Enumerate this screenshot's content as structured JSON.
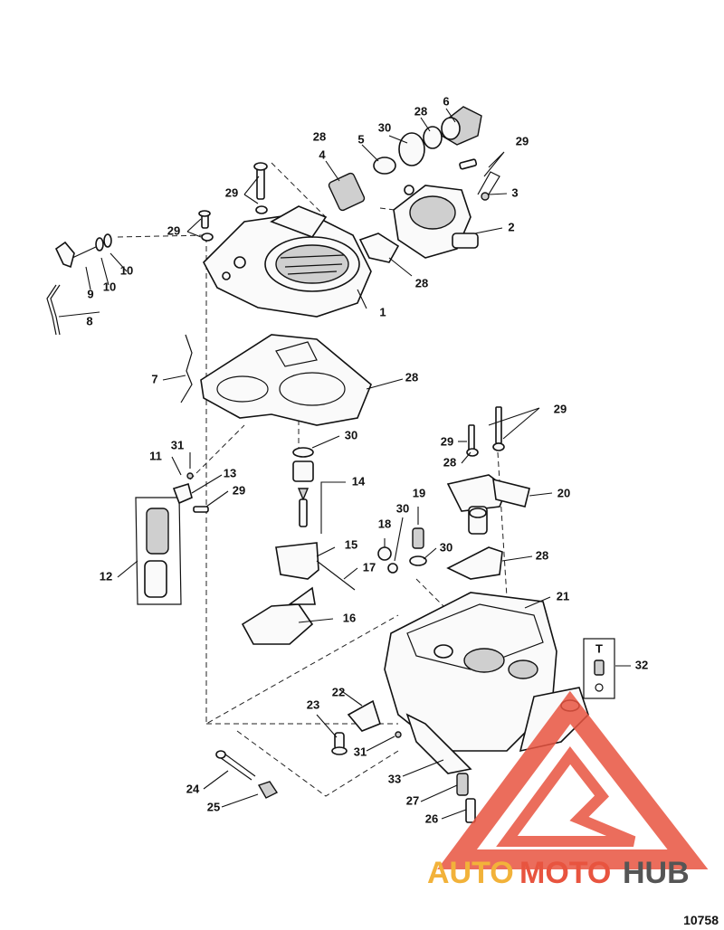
{
  "diagram": {
    "figure_number": "10758",
    "callouts": [
      "1",
      "2",
      "3",
      "4",
      "5",
      "6",
      "7",
      "8",
      "9",
      "10",
      "10",
      "11",
      "12",
      "13",
      "14",
      "15",
      "16",
      "17",
      "18",
      "19",
      "20",
      "21",
      "22",
      "23",
      "24",
      "25",
      "26",
      "27",
      "28",
      "28",
      "28",
      "28",
      "28",
      "29",
      "29",
      "29",
      "29",
      "29",
      "29",
      "30",
      "30",
      "30",
      "30",
      "31",
      "31",
      "32",
      "33"
    ]
  },
  "watermark": {
    "text_part1": "AUTO",
    "text_part2": "MOTO",
    "text_part3": "HUB",
    "color_primary": "#e8543f",
    "color_secondary": "#f2b23a",
    "color_dark": "#555555"
  }
}
